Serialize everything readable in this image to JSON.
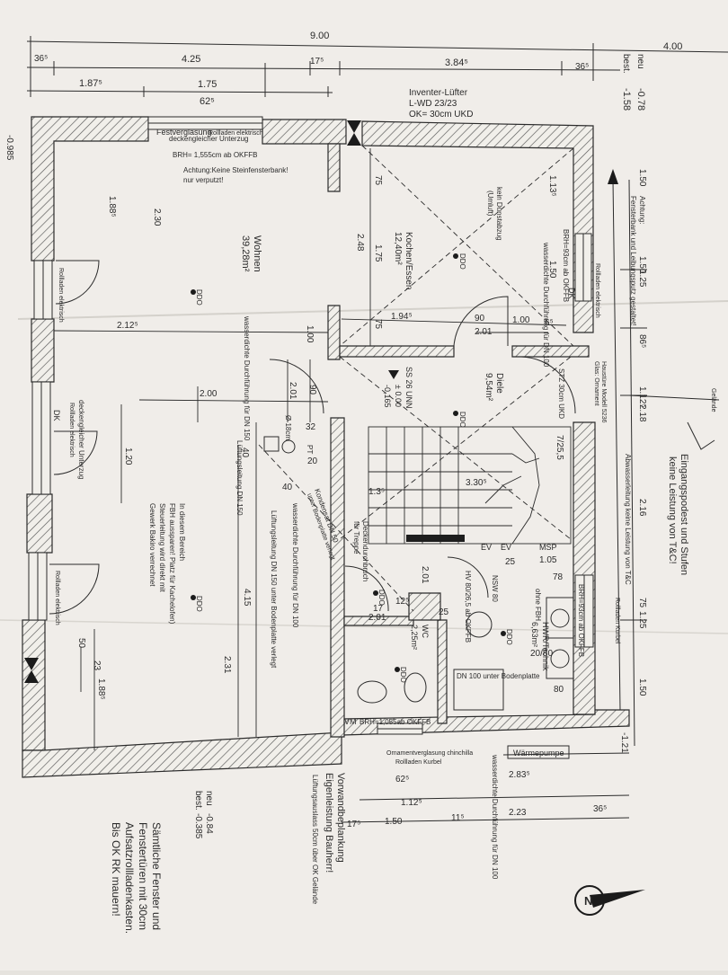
{
  "dims": {
    "top_total": "9.00",
    "top_right": "4.00",
    "top_seg1": "36⁵",
    "top_seg2": "4.25",
    "top_seg3": "17⁵",
    "top_seg4": "3.84⁵",
    "top_seg5": "36⁵",
    "second_a": "1.87⁵",
    "second_b": "1.75",
    "second_c": "62⁵",
    "left_188": "1.88⁵",
    "left_212": "2.12⁵",
    "left_188b": "1.88⁵",
    "left_50": "50",
    "left_23": "23",
    "v_230": "2.30",
    "v_231": "2.31",
    "v_100": "1.00",
    "v_201": "2.01",
    "v_90": "90",
    "v_200": "2.00",
    "v_120": "1.20",
    "v_40": "40",
    "v_415": "4.15",
    "v_248": "2.48",
    "v_175": "1.75",
    "v_75a": "75",
    "v_75b": "75",
    "v_113": "1.13⁵",
    "v_150": "1.50",
    "h_194": "1.94⁵",
    "h_90": "90",
    "h_100": "1.00",
    "h_201": "2.01",
    "h_6": "6⁵",
    "d_330": "3.30⁵",
    "d_1x": "1.3⁵",
    "d_201b": "2.01",
    "d_201c": "2.01",
    "d_105": "1.05",
    "d_78": "78",
    "d_25": "25",
    "d_12": "12⁵",
    "d_17": "17",
    "d_20": "20",
    "d_32": "32",
    "d_80": "80",
    "d_20_80": "20/80",
    "r_150": "1.50",
    "r_125": "1.25",
    "r_865": "86⁵",
    "r_112": "1.12⁵",
    "r_218": "2.18",
    "r_216": "2.16",
    "r_75": "75",
    "r_125b": "1.25",
    "r_150b": "1.50",
    "bot_625": "62⁵",
    "bot_112": "1.12⁵",
    "bot_283": "2.83⁵",
    "bot_175": "17⁵",
    "bot_150": "1.50",
    "bot_115": "11⁵",
    "bot_223": "2.23",
    "bot_365": "36⁵"
  },
  "levels": {
    "neu_top": "neu",
    "best_top": "best.",
    "neu_top_val": "-0.78",
    "best_top_val": "-1.58",
    "neu_bot": "neu",
    "best_bot": "best.",
    "neu_bot_val": "-0.84",
    "best_bot_val": "-0.385",
    "right_bot_val": "-1.21",
    "left_edge_val": "-0.985"
  },
  "labels": {
    "festverglasung": "Festverglasung",
    "rollladen_top": "Rollladen elektrisch",
    "unterzug_top": "deckengleicher Unterzug",
    "brh_top": "BRH= 1,555cm ab OKFFB",
    "achtung_top": "Achtung:Keine Steinfensterbank!",
    "verputzt": "nur verputzt!",
    "inverter1": "Inventer-Lüfter",
    "inverter2": "L-WD 23/23",
    "inverter3": "OK= 30cm  UKD",
    "wohnen_title": "Wohnen",
    "wohnen_area": "39,28m²",
    "kochen_title": "Kochen/Essen",
    "kochen_area": "12,40m²",
    "keine_dunst1": "kein Dunstabzug",
    "keine_dunst2": "(Umluft)",
    "ddo": "DDO",
    "wasser_dn100": "wasserdichte Durchführung für DN 100",
    "wasser_dn150": "wasserdichte Durchführung für DN 150",
    "wasser_dn100b": "wasserdichte Durchführung für DN 100",
    "wasser_dn100c": "wasserdichte Durchführung für DN 100",
    "brh_right": "BRH=93cm ab OKFFB",
    "rollladen_right": "Rollladen elektrisch",
    "dk": "DK",
    "achtung_right1": "Achtung:",
    "achtung_right2": "Fensterbank und Leibungsputz gestaltet!",
    "unterzug_left": "deckengleicher Unterzug",
    "rollladen_left1": "Rollladen elektrisch",
    "rollladen_left2": "Rollladen elektrisch",
    "dk_left": "DK",
    "ss": "SS 26 UNN",
    "pm0": "± 0.00",
    "m0165": "-0,165",
    "diele_title": "Diele",
    "diele_area": "9,54m²",
    "stz": "STZ 30cm UKD",
    "haustuer1": "Haustüre Modell 5236",
    "haustuer2": "Glas: Ornament",
    "eingang1": "Eingangspodest und Stufen",
    "eingang2": "keine Leistung von T&C!",
    "abwasser": "Abwasserleitung keine Leistung von T&C",
    "rollladen_kurbel": "Rollladen Kurbel",
    "gelaende": "Gelände",
    "kondensat1": "Kondensat DN 50",
    "kondensat2": "unter Bodenplatte verlegt",
    "lueftung1": "Lüftungsleitung DN 150 unter Bodenplatte verlegt",
    "lueftung2": "Lüftungsleitung DN 150",
    "bereich1": "In diesem Bereich",
    "bereich2": "FBH aussparen! Platz für Kachelofen)",
    "bereich3": "Steuerleitung wird direkt mit",
    "bereich4": "Gewerk Bakiro verrechnet",
    "pt": "PT",
    "d18": "Ø 18cm",
    "deckendurchbruch1": "Deckendurchbruch",
    "deckendurchbruch2": "für Treppe",
    "stair_label": "7/25,5",
    "ev": "EV",
    "msp": "MSP",
    "wc_title": "WC",
    "wc_area": "2,25m²",
    "hwr_title": "HWR/Technik",
    "hwr_area": "6,63m²",
    "hwr_door": "HV 80/26,5 ab OKFFB",
    "nsw": "NSW 80",
    "ohne_fbh": "ohne FBH",
    "dn100": "DN 100 unter Bodenplatte",
    "brh_hwr": "BRH=93cm ab OKFFB",
    "vm": "VM",
    "brh_wc": "BRH=1,055ab OKFFB",
    "ornament1": "Ornamentverglasung chinchilla",
    "ornament2": "Rollladen Kurbel",
    "waermepumpe": "Wärmepumpe",
    "vorwand1": "Vorwandbeplankung",
    "vorwand2": "Eigenleistung Bauherr!",
    "lueftungsauslass": "Lüftungsauslass 50cm über OK Gelände",
    "note1": "Sämtliche Fenster und",
    "note2": "Fenstertüren mit 30cm",
    "note3": "Aufsatzrollladenkasten.",
    "note4": "Bis OK RK mauern!",
    "north": "N"
  },
  "colors": {
    "paper": "#f1efea",
    "ink": "#2b2b2b",
    "hatch": "#555555"
  }
}
